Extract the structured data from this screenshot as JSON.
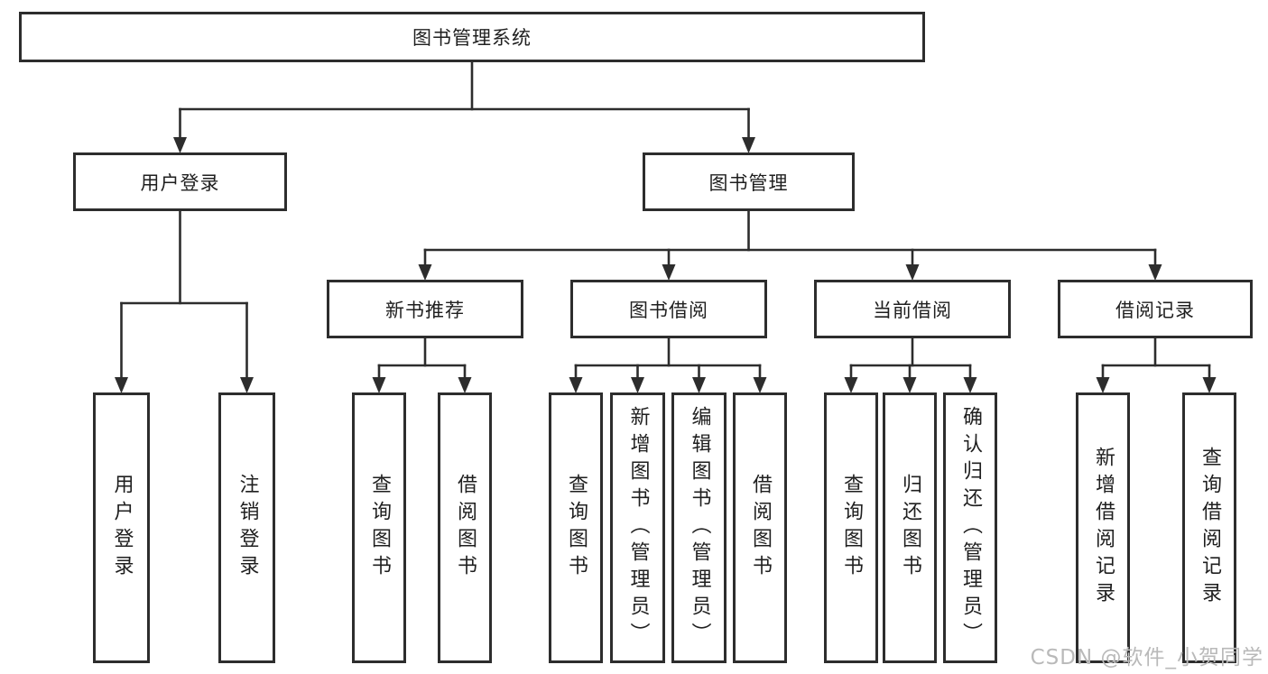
{
  "diagram": {
    "type": "hierarchy-diagram",
    "title": "图书管理系统",
    "line_color": "#2d2d2d",
    "text_color": "#1f1f1f",
    "box_background": "#ffffff",
    "nodes": [
      {
        "id": "root",
        "label": "图书管理系统",
        "level": 1,
        "orientation": "horizontal"
      },
      {
        "id": "login",
        "label": "用户登录",
        "level": 2,
        "orientation": "horizontal"
      },
      {
        "id": "mgmt",
        "label": "图书管理",
        "level": 2,
        "orientation": "horizontal"
      },
      {
        "id": "new-book-rec",
        "label": "新书推荐",
        "level": 3,
        "orientation": "horizontal"
      },
      {
        "id": "book-borrow",
        "label": "图书借阅",
        "level": 3,
        "orientation": "horizontal"
      },
      {
        "id": "current-borrow",
        "label": "当前借阅",
        "level": 3,
        "orientation": "horizontal"
      },
      {
        "id": "borrow-records",
        "label": "借阅记录",
        "level": 3,
        "orientation": "horizontal"
      },
      {
        "id": "user-login",
        "label": "用户登录",
        "level": 4,
        "orientation": "vertical"
      },
      {
        "id": "logout",
        "label": "注销登录",
        "level": 4,
        "orientation": "vertical"
      },
      {
        "id": "query-book-1",
        "label": "查询图书",
        "level": 4,
        "orientation": "vertical"
      },
      {
        "id": "borrow-book-1",
        "label": "借阅图书",
        "level": 4,
        "orientation": "vertical"
      },
      {
        "id": "query-book-2",
        "label": "查询图书",
        "level": 4,
        "orientation": "vertical"
      },
      {
        "id": "add-book",
        "label": "新增图书（管理员）",
        "level": 4,
        "orientation": "vertical"
      },
      {
        "id": "edit-book",
        "label": "编辑图书（管理员）",
        "level": 4,
        "orientation": "vertical"
      },
      {
        "id": "borrow-book-2",
        "label": "借阅图书",
        "level": 4,
        "orientation": "vertical"
      },
      {
        "id": "query-book-3",
        "label": "查询图书",
        "level": 4,
        "orientation": "vertical"
      },
      {
        "id": "return-book",
        "label": "归还图书",
        "level": 4,
        "orientation": "vertical"
      },
      {
        "id": "confirm-return",
        "label": "确认归还（管理员）",
        "level": 4,
        "orientation": "vertical"
      },
      {
        "id": "add-record",
        "label": "新增借阅记录",
        "level": 4,
        "orientation": "vertical"
      },
      {
        "id": "query-record",
        "label": "查询借阅记录",
        "level": 4,
        "orientation": "vertical"
      }
    ],
    "edges": [
      {
        "from": "root",
        "to": [
          "login",
          "mgmt"
        ]
      },
      {
        "from": "login",
        "to": [
          "user-login",
          "logout"
        ]
      },
      {
        "from": "mgmt",
        "to": [
          "new-book-rec",
          "book-borrow",
          "current-borrow",
          "borrow-records"
        ]
      },
      {
        "from": "new-book-rec",
        "to": [
          "query-book-1",
          "borrow-book-1"
        ]
      },
      {
        "from": "book-borrow",
        "to": [
          "query-book-2",
          "add-book",
          "edit-book",
          "borrow-book-2"
        ]
      },
      {
        "from": "current-borrow",
        "to": [
          "query-book-3",
          "return-book",
          "confirm-return"
        ]
      },
      {
        "from": "borrow-records",
        "to": [
          "add-record",
          "query-record"
        ]
      }
    ]
  },
  "watermark": {
    "text": "CSDN @软件_小贺同学",
    "color": "#b9b9b9"
  }
}
